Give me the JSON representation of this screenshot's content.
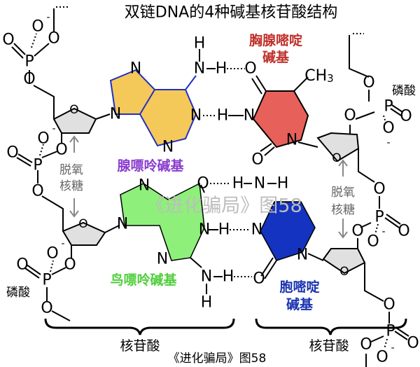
{
  "title": "双链DNA的4种碱基核苷酸结构",
  "labels": {
    "thymine": [
      "胸腺嘧啶",
      "碱基"
    ],
    "adenine": "腺嘌呤碱基",
    "guanine": "鸟嘌呤碱基",
    "cytosine": [
      "胞嘧啶",
      "碱基"
    ],
    "deoxyribose": [
      "脱氧",
      "核糖"
    ],
    "phosphate": "磷酸",
    "nucleotide": "核苷酸",
    "methyl": "CH",
    "methyl_sub": "3"
  },
  "atoms": {
    "O": "O",
    "N": "N",
    "H": "H",
    "P": "P",
    "minus": "-"
  },
  "watermark": "《进化骗局》图58",
  "caption": "《进化骗局》图58",
  "colors": {
    "adenine": "#f5c85a",
    "thymine": "#e8605a",
    "guanine": "#8ef07a",
    "cytosine": "#1433c0",
    "adenine_label": "#8a3ccf",
    "thymine_label": "#c0302a",
    "guanine_label": "#4fcf3a",
    "cytosine_label": "#1a33b0",
    "sugar_label": "#777777"
  }
}
